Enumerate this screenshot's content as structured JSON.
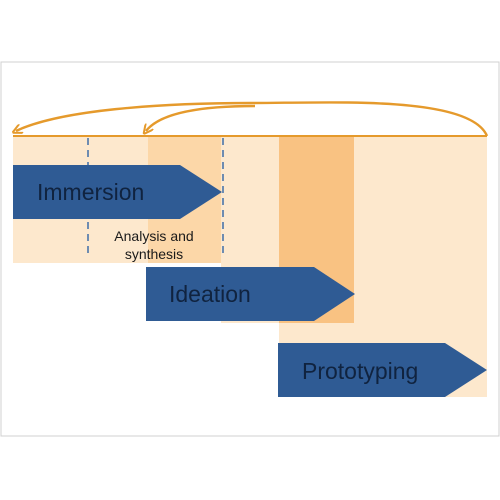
{
  "phases": [
    {
      "label": "Immersion"
    },
    {
      "label": "Ideation"
    },
    {
      "label": "Prototyping"
    }
  ],
  "annotation": {
    "line1": "Analysis and",
    "line2": "synthesis"
  },
  "colors": {
    "arrow_fill": "#2f5b94",
    "band_light": "#fde8cd",
    "band_mid": "#fcd7a8",
    "band_strong": "#f9c282",
    "loop_arrow": "#e59a2c",
    "dashed_line": "#3f6ea8",
    "frame_border": "#d0d0d0"
  }
}
